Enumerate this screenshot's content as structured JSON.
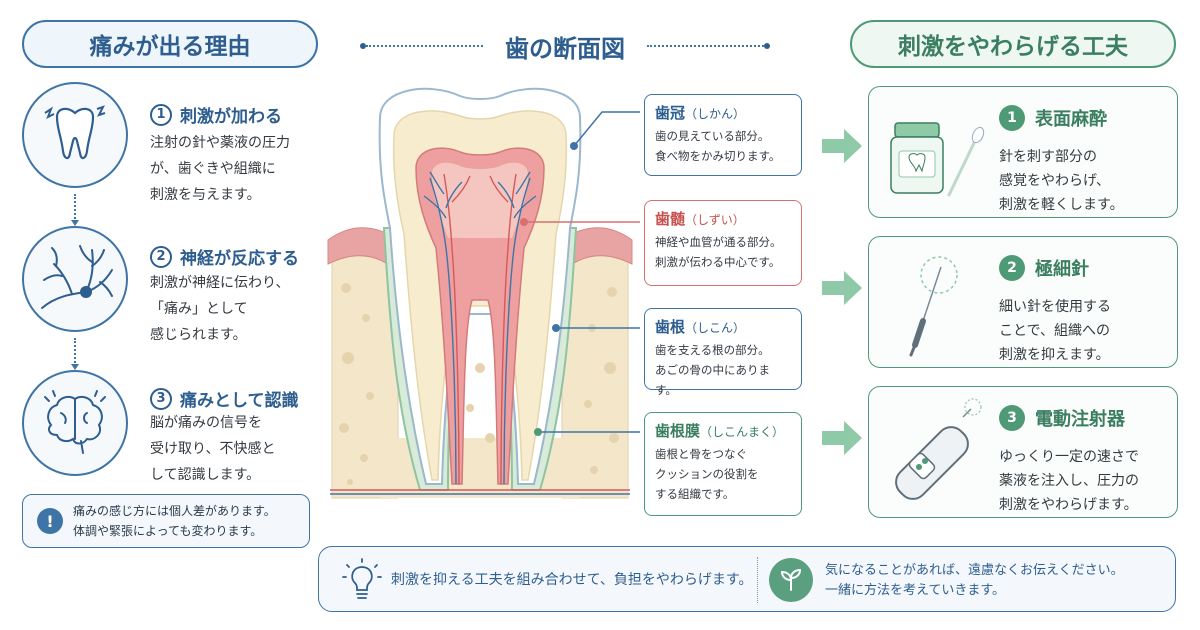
{
  "left_title": "痛みが出る理由",
  "center_title": "歯の断面図",
  "right_title": "刺激をやわらげる工夫",
  "reasons": [
    {
      "num": "1",
      "title": "刺激が加わる",
      "body": "注射の針や薬液の圧力\nが、歯ぐきや組織に\n刺激を与えます。",
      "icon": "tooth-pain-icon"
    },
    {
      "num": "2",
      "title": "神経が反応する",
      "body": "刺激が神経に伝わり、\n「痛み」として\n感じられます。",
      "icon": "nerve-icon"
    },
    {
      "num": "3",
      "title": "痛みとして認識",
      "body": "脳が痛みの信号を\n受け取り、不快感と\nして認識します。",
      "icon": "brain-icon"
    }
  ],
  "note": {
    "icon": "exclamation-icon",
    "text": "痛みの感じ方には個人差があります。\n体調や緊張によっても変わります。"
  },
  "labels": [
    {
      "title": "歯冠",
      "reading": "（しかん）",
      "desc": "歯の見えている部分。\n食べ物をかみ切ります。",
      "color": "#3f74a7"
    },
    {
      "title": "歯髄",
      "reading": "（しずい）",
      "desc": "神経や血管が通る部分。\n刺激が伝わる中心です。",
      "color": "#d8706e"
    },
    {
      "title": "歯根",
      "reading": "（しこん）",
      "desc": "歯を支える根の部分。\nあごの骨の中にあります。",
      "color": "#3f74a7"
    },
    {
      "title": "歯根膜",
      "reading": "（しこんまく）",
      "desc": "歯根と骨をつなぐ\nクッションの役割を\nする組織です。",
      "color": "#4e9a76"
    }
  ],
  "methods": [
    {
      "num": "1",
      "title": "表面麻酔",
      "body": "針を刺す部分の\n感覚をやわらげ、\n刺激を軽くします。",
      "icon": "anesthetic-gel-icon"
    },
    {
      "num": "2",
      "title": "極細針",
      "body": "細い針を使用する\nことで、組織への\n刺激を抑えます。",
      "icon": "fine-needle-icon"
    },
    {
      "num": "3",
      "title": "電動注射器",
      "body": "ゆっくり一定の速さで\n薬液を注入し、圧力の\n刺激をやわらげます。",
      "icon": "electric-syringe-icon"
    }
  ],
  "bottom": {
    "tip_icon": "lightbulb-icon",
    "tip": "刺激を抑える工夫を組み合わせて、負担をやわらげます。",
    "leaf_icon": "sprout-icon",
    "message": "気になることがあれば、遠慮なくお伝えください。\n一緒に方法を考えていきます。"
  },
  "colors": {
    "blue": "#3f74a7",
    "green": "#4e9a76",
    "red": "#d8706e"
  }
}
